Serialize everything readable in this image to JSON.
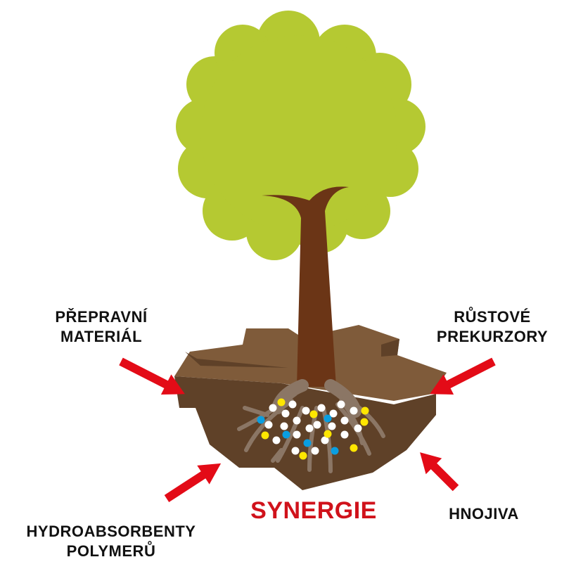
{
  "labels": {
    "transport_material": [
      "PŘEPRAVNÍ",
      "MATERIÁL"
    ],
    "growth_precursors": [
      "RŮSTOVÉ",
      "PREKURZORY"
    ],
    "hydroabsorbent_polymers": [
      "HYDROABSORBENTY",
      "POLYMERŮ"
    ],
    "fertilizers": "HNOJIVA",
    "synergy": "SYNERGIE"
  },
  "colors": {
    "canopy": "#b5c932",
    "trunk": "#6b3516",
    "soil_top": "#7f5b3a",
    "soil_side": "#5f4128",
    "roots": "#8b7665",
    "arrow": "#e30b17",
    "synergy_text": "#d0121b",
    "particle_white": "#ffffff",
    "particle_yellow": "#ffe600",
    "particle_blue": "#0a9ee0"
  }
}
